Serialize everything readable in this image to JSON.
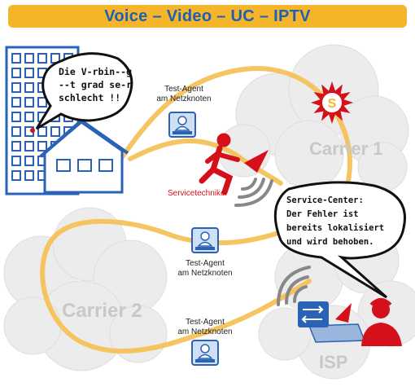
{
  "title": "Voice – Video – UC – IPTV",
  "user_bubble": [
    "Die V-rbin--g",
    "--t grad se-r",
    "schlecht !!"
  ],
  "service_bubble": [
    "Service-Center:",
    "Der Fehler ist",
    "bereits lokalisiert",
    "und wird behoben."
  ],
  "agents": [
    {
      "line1": "Test-Agent",
      "line2": "am Netzknoten"
    },
    {
      "line1": "Test-Agent",
      "line2": "am Netzknoten"
    },
    {
      "line1": "Test-Agent",
      "line2": "am Netzknoten"
    }
  ],
  "technician_label": "Servicetechniker",
  "carrier1": "Carrier 1",
  "carrier2": "Carrier 2",
  "isp": "ISP",
  "colors": {
    "banner": "#f5b52a",
    "title": "#1f5fb5",
    "building": "#2a62b8",
    "path": "#f5c25a",
    "red": "#d4101a",
    "cloud": "#ececec"
  }
}
